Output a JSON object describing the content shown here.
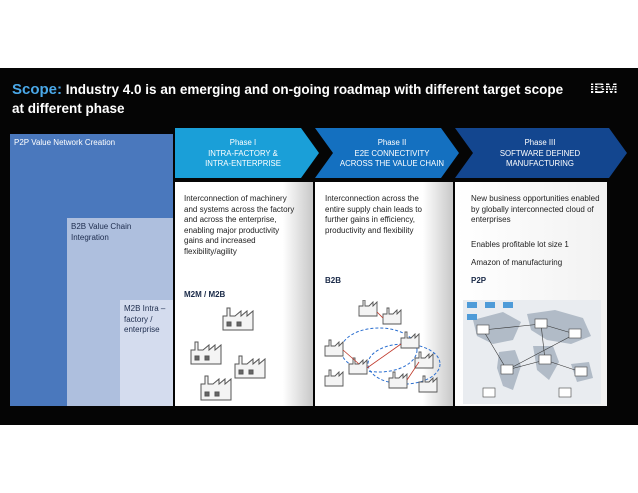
{
  "title": {
    "scope": "Scope:",
    "rest": "Industry 4.0 is an emerging and on-going roadmap with different target scope at different phase"
  },
  "logo": "IBM",
  "levels": {
    "p2p": "P2P Value Network Creation",
    "b2b": "B2B Value Chain Integration",
    "m2b": "M2B Intra – factory / enterprise"
  },
  "phases": [
    {
      "name": "Phase I",
      "line1": "INTRA-FACTORY &",
      "line2": "INTRA-ENTERPRISE",
      "color": "#1a9fd8"
    },
    {
      "name": "Phase II",
      "line1": "E2E CONNECTIVITY",
      "line2": "ACROSS THE VALUE CHAIN",
      "color": "#1470c0"
    },
    {
      "name": "Phase III",
      "line1": "SOFTWARE DEFINED",
      "line2": "MANUFACTURING",
      "color": "#13468f"
    }
  ],
  "panels": {
    "p1": {
      "text": "Interconnection of machinery and systems across the factory and across the enterprise, enabling major productivity gains and increased flexibility/agility",
      "tag": "M2M / M2B"
    },
    "p2": {
      "text": "Interconnection across the entire supply chain leads to further gains in efficiency, productivity and flexibility",
      "tag": "B2B"
    },
    "p3": {
      "text1": "New business opportunities enabled by globally interconnected cloud of enterprises",
      "text2": "Enables profitable lot size 1",
      "text3": "Amazon of manufacturing",
      "tag": "P2P"
    }
  }
}
